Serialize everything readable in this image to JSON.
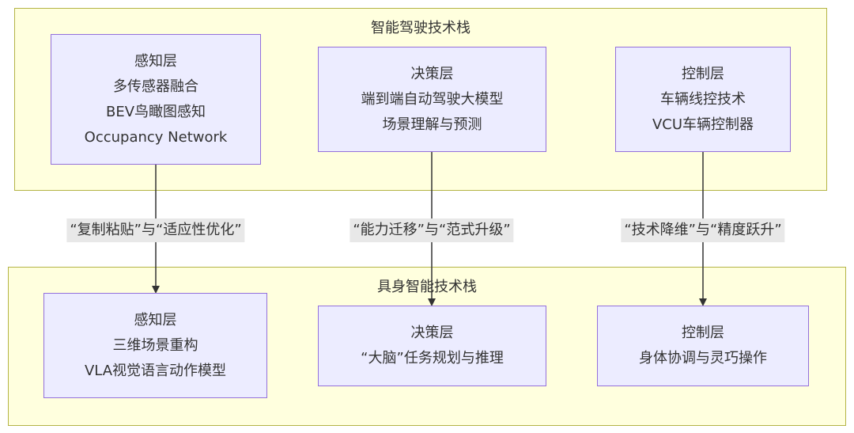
{
  "groups": {
    "driving": {
      "title": "智能驾驶技术栈",
      "perception": {
        "title": "感知层",
        "lines": [
          "多传感器融合",
          "BEV鸟瞰图感知",
          "Occupancy Network"
        ]
      },
      "decision": {
        "title": "决策层",
        "lines": [
          "端到端自动驾驶大模型",
          "场景理解与预测"
        ]
      },
      "control": {
        "title": "控制层",
        "lines": [
          "车辆线控技术",
          "VCU车辆控制器"
        ]
      }
    },
    "embodied": {
      "title": "具身智能技术栈",
      "perception": {
        "title": "感知层",
        "lines": [
          "三维场景重构",
          "VLA视觉语言动作模型"
        ]
      },
      "decision": {
        "title": "决策层",
        "lines": [
          "“大脑”任务规划与推理"
        ]
      },
      "control": {
        "title": "控制层",
        "lines": [
          "身体协调与灵巧操作"
        ]
      }
    }
  },
  "edges": {
    "perception": "“复制粘贴”与“适应性优化”",
    "decision": "“能力迁移”与“范式升级”",
    "control": "“技术降维”与“精度跃升”"
  },
  "colors": {
    "cluster_fill": "#ffffde",
    "cluster_border": "#b4b446",
    "node_fill": "#ececff",
    "node_border": "#9370db",
    "edge": "#333333"
  }
}
